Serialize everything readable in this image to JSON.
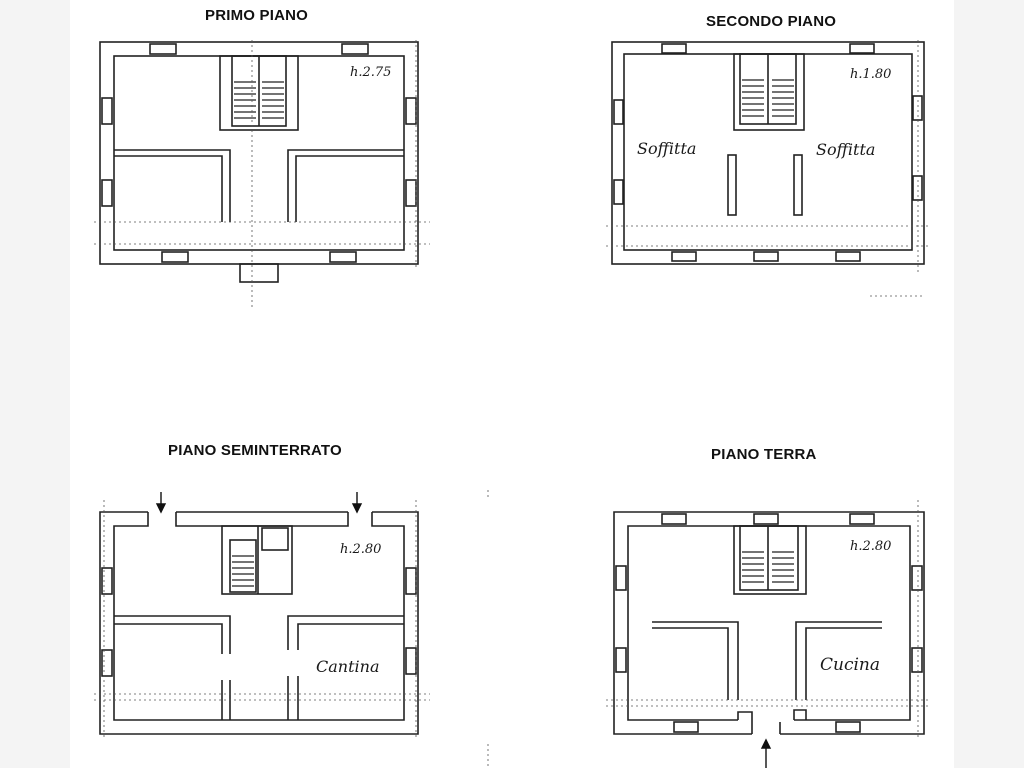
{
  "plans": {
    "primo": {
      "title": "PRIMO PIANO",
      "height_note": "h.2.75"
    },
    "secondo": {
      "title": "SECONDO PIANO",
      "height_note": "h.1.80",
      "room_left": "Soffitta",
      "room_right": "Soffitta"
    },
    "seminterrato": {
      "title": "PIANO SEMINTERRATO",
      "height_note": "h.2.80",
      "room_right": "Cantina"
    },
    "terra": {
      "title": "PIANO TERRA",
      "height_note": "h.2.80",
      "room_right": "Cucina"
    }
  }
}
